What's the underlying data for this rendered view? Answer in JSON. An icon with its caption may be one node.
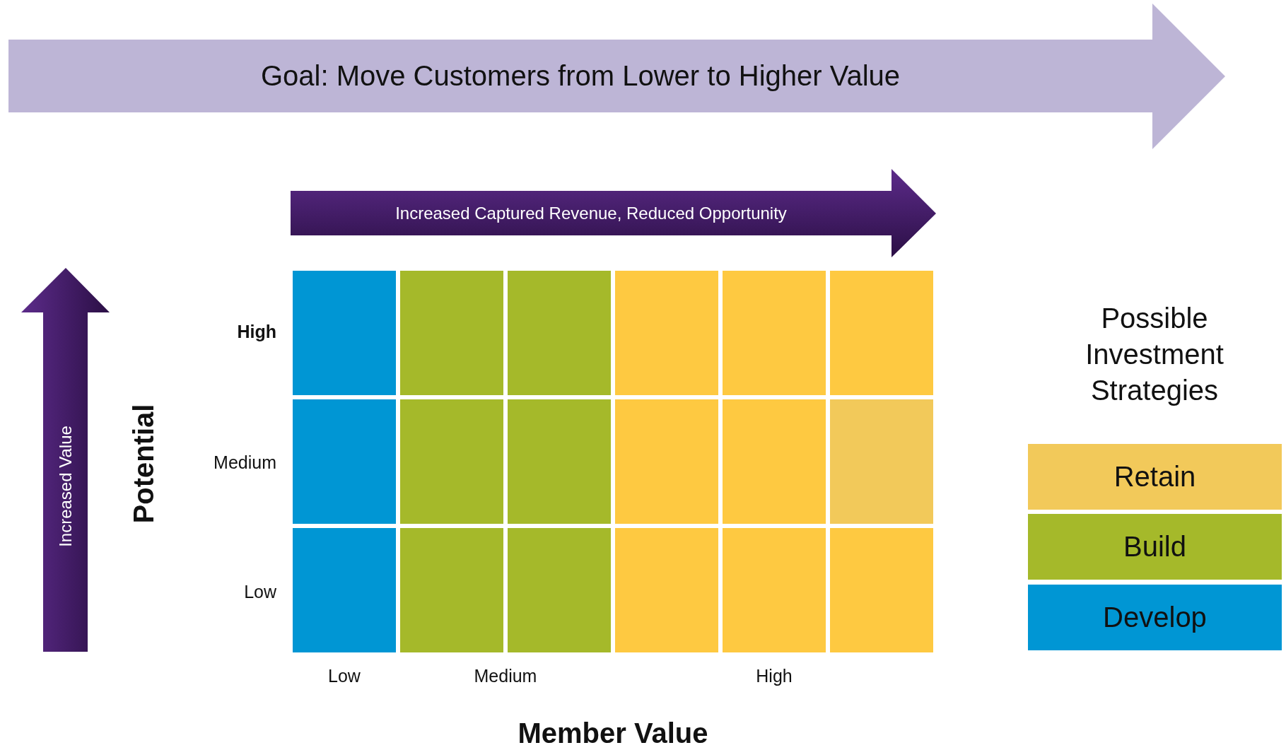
{
  "diagram": {
    "nodes": [
      {
        "text": [
          "Goal: Move Customers from Lower to Higher Value"
        ]
      },
      {
        "text": [
          "Increased Captured Revenue, Reduced Opportunity"
        ]
      },
      {
        "text": [
          "Increased Value"
        ]
      },
      {
        "text": [],
        "shape": "box"
      },
      {
        "text": [],
        "shape": "box"
      },
      {
        "text": [],
        "shape": "box"
      },
      {
        "text": [],
        "shape": "box"
      },
      {
        "text": [],
        "shape": "box"
      },
      {
        "text": [],
        "shape": "box"
      },
      {
        "text": [],
        "shape": "box"
      },
      {
        "text": [],
        "shape": "box"
      },
      {
        "text": [],
        "shape": "box"
      },
      {
        "text": [],
        "shape": "box"
      },
      {
        "text": [],
        "shape": "box"
      },
      {
        "text": [],
        "shape": "box"
      },
      {
        "text": [],
        "shape": "box"
      },
      {
        "text": [],
        "shape": "box"
      },
      {
        "text": [],
        "shape": "box"
      },
      {
        "text": [],
        "shape": "box"
      },
      {
        "text": [],
        "shape": "box"
      },
      {
        "text": [],
        "shape": "box"
      }
    ],
    "labels": [
      "Possible Investment Strategies",
      "High",
      "Potential",
      "Medium",
      "Low",
      "Low",
      "Medium",
      "High",
      "Member Value"
    ],
    "legend": [
      {
        "text": "Retain",
        "color": "#f2c95a"
      },
      {
        "text": "Build",
        "color": "#a5b92a"
      },
      {
        "text": "Develop",
        "color": "#0096d4"
      }
    ]
  }
}
